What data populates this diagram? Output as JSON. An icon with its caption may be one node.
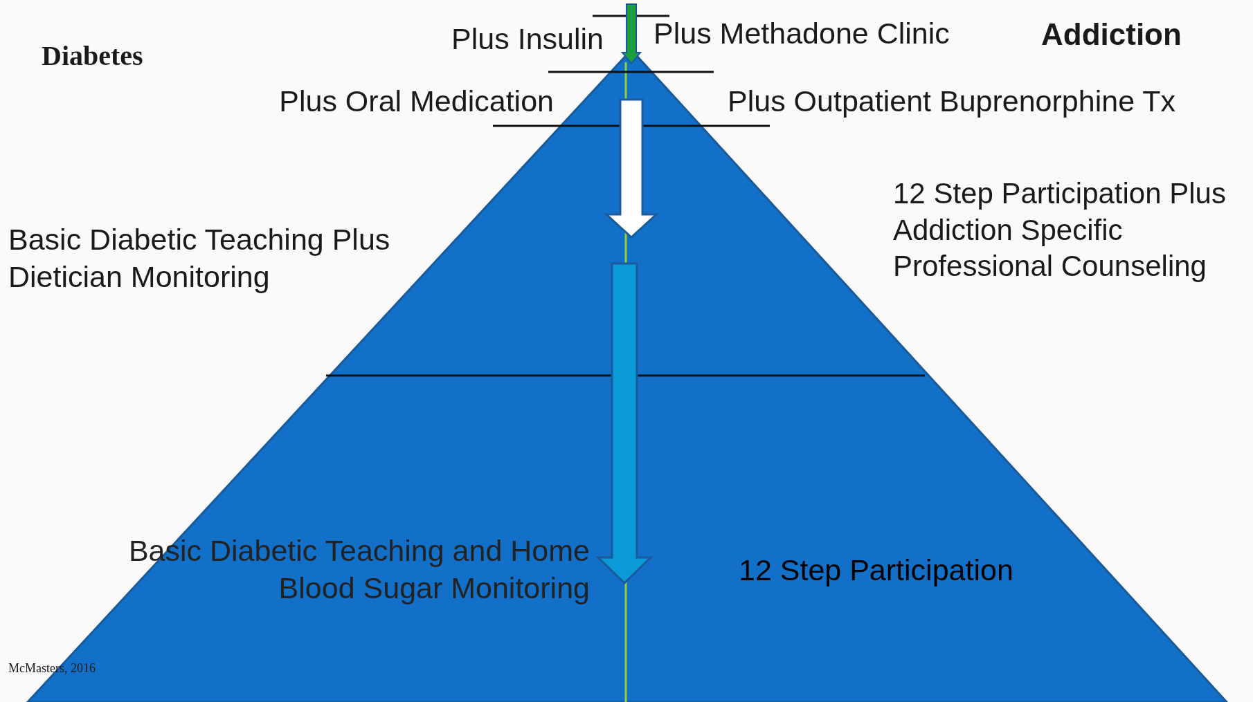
{
  "diagram": {
    "labels": [
      "Diabetes",
      "Addiction",
      "Plus Insulin",
      "Plus Methadone Clinic",
      "Plus Oral Medication",
      "Plus Outpatient Buprenorphine Tx",
      "Basic Diabetic Teaching Plus Dietician Monitoring",
      "12 Step Participation Plus Addiction Specific Professional Counseling",
      "Basic Diabetic Teaching and Home Blood Sugar Monitoring",
      "12 Step Participation",
      "McMasters, 2016"
    ]
  }
}
